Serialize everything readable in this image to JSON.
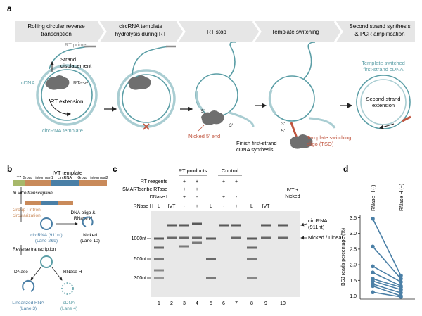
{
  "panel_a": {
    "label": "a",
    "steps": [
      {
        "title_lines": [
          "Rolling circular reverse",
          "transcription"
        ]
      },
      {
        "title_lines": [
          "circRNA template",
          "hydrolysis during RT"
        ]
      },
      {
        "title_lines": [
          "RT stop"
        ]
      },
      {
        "title_lines": [
          "Template switching"
        ]
      },
      {
        "title_lines": [
          "Second strand synthesis",
          "& PCR amplification"
        ]
      }
    ],
    "labels": {
      "rt_primer": "RT primer",
      "strand_disp_1": "Strand",
      "strand_disp_2": "displacement",
      "cdna": "cDNA",
      "rtase": "RTase",
      "rt_extension": "RT extension",
      "circrna_template": "circRNA template",
      "five_prime": "5'",
      "three_prime": "3'",
      "nicked_end": "Nicked 5' end",
      "finish_1": "Finish first-strand",
      "finish_2": "cDNA synthesis",
      "tso_1": "Template switching",
      "tso_2": "oligo (TSO)",
      "switched_1": "Template switched",
      "switched_2": "first-strand cDNA",
      "second_ext_1": "Second-strand",
      "second_ext_2": "extension"
    }
  },
  "panel_b": {
    "label": "b",
    "ivt_template": "IVT template",
    "segments": [
      "T7",
      "Group I intron part1",
      "circRNA",
      "Group I intron part2"
    ],
    "in_vitro": "In vitro transcription",
    "circularization_1": "Group I intron",
    "circularization_2": "circularization",
    "dna_oligo_1": "DNA oligo &",
    "dna_oligo_2": "RNase H",
    "circrna_name": "circRNA (911nt)",
    "circrna_lane": "(Lane 2&9)",
    "nicked": "Nicked",
    "nicked_lane": "(Lane 10)",
    "reverse_transcription": "Reverse transcription",
    "dnase": "DNase I",
    "rnaseh": "RNase H",
    "linearized": "Linearized RNA",
    "linearized_lane": "(Lane 3)",
    "cdna": "cDNA",
    "cdna_lane": "(Lane 4)"
  },
  "panel_c": {
    "label": "c",
    "groups": {
      "rt_products": "RT products",
      "control": "Control"
    },
    "row_labels": [
      "RT reagents",
      "SMARTscribe RTase",
      "DNase I",
      "RNase H"
    ],
    "rows_signs": [
      [
        "",
        "",
        "+",
        "+",
        "",
        "+",
        "+",
        "",
        "",
        ""
      ],
      [
        "",
        "",
        "+",
        "+",
        "",
        "",
        "",
        "",
        "",
        ""
      ],
      [
        "",
        "",
        "+",
        "-",
        "",
        "+",
        "-",
        "",
        "",
        ""
      ],
      [
        "L",
        "IVT",
        "-",
        "+",
        "L",
        "-",
        "+",
        "L",
        "IVT",
        ""
      ]
    ],
    "ivt_nicked_1": "IVT +",
    "ivt_nicked_2": "Nicked",
    "markers": [
      "1000nt",
      "500nt",
      "300nt"
    ],
    "band_circ_1": "circRNA",
    "band_circ_2": "(911nt)",
    "band_nicked": "Nicked / Linear",
    "lane_numbers": [
      "1",
      "2",
      "3",
      "4",
      "5",
      "6",
      "7",
      "8",
      "9",
      "10"
    ]
  },
  "panel_d": {
    "label": "d",
    "chart_data": {
      "type": "line",
      "categories": [
        "RNase H (-)",
        "RNase H (+)"
      ],
      "ylabel": "BSJ reads percentage (%)",
      "ylim": [
        0.9,
        3.6
      ],
      "yticks": [
        1.0,
        1.5,
        2.0,
        2.5,
        3.0,
        3.5
      ],
      "color": "#4a7fa6",
      "series": [
        {
          "values": [
            3.47,
            1.65
          ]
        },
        {
          "values": [
            2.58,
            1.55
          ]
        },
        {
          "values": [
            1.95,
            1.45
          ]
        },
        {
          "values": [
            1.75,
            1.32
          ]
        },
        {
          "values": [
            1.55,
            1.28
          ]
        },
        {
          "values": [
            1.48,
            1.2
          ]
        },
        {
          "values": [
            1.38,
            1.1
          ]
        },
        {
          "values": [
            1.32,
            1.0
          ]
        },
        {
          "values": [
            1.12,
            0.97
          ]
        }
      ]
    }
  },
  "colors": {
    "teal": "#5b9ea6",
    "teal_light": "#a9cdd2",
    "gray": "#8c8c8c",
    "banner": "#e6e6e6",
    "red": "#c0553f",
    "blue": "#4a7fa6",
    "orange": "#c98a5a",
    "green": "#a7b86a"
  }
}
